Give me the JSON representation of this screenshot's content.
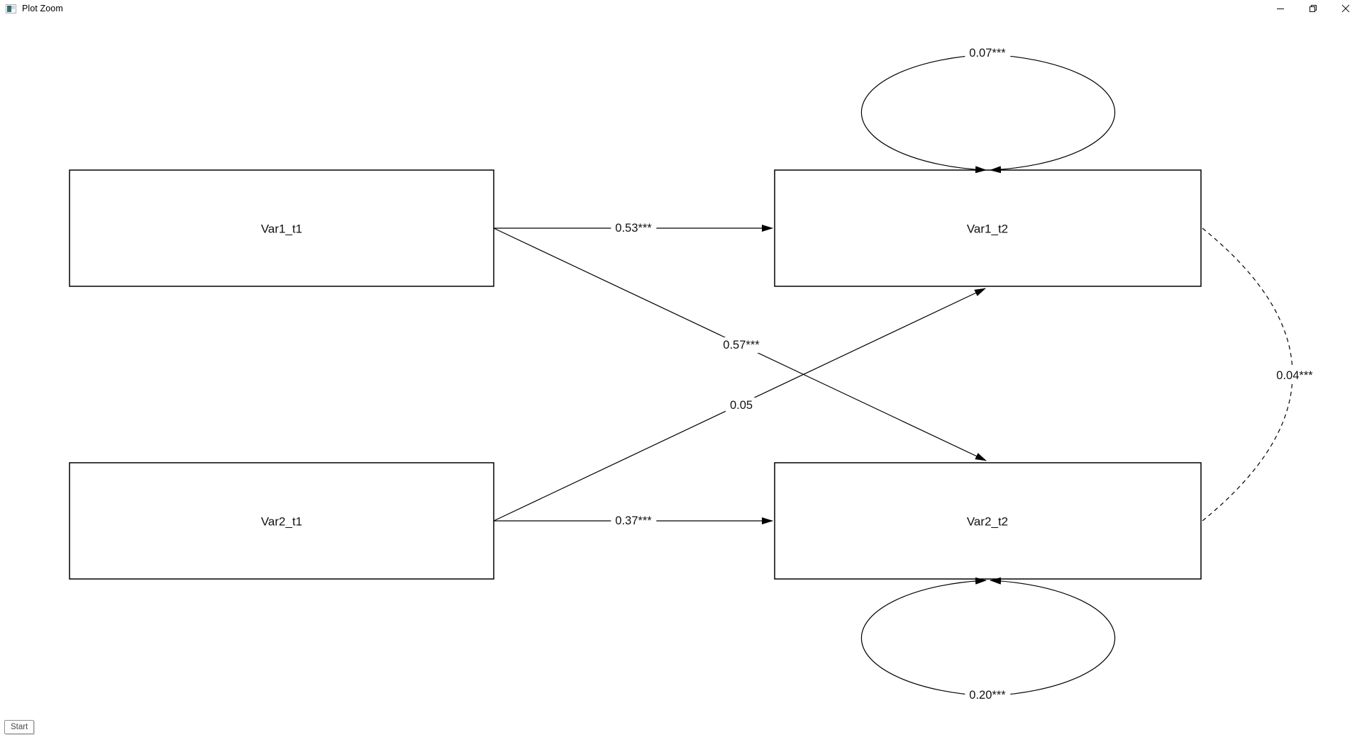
{
  "window": {
    "title": "Plot Zoom",
    "controls": [
      {
        "icon": "minimize-icon"
      },
      {
        "icon": "restore-icon"
      },
      {
        "icon": "close-icon"
      }
    ]
  },
  "taskbar": {
    "start_label": "Start"
  },
  "diagram": {
    "type": "sem-cross-lagged-path-diagram",
    "background": "#ffffff",
    "line_color": "#000000",
    "text_color": "#111111",
    "nodes": [
      {
        "id": "Var1_t1",
        "label": "Var1_t1"
      },
      {
        "id": "Var2_t1",
        "label": "Var2_t1"
      },
      {
        "id": "Var1_t2",
        "label": "Var1_t2"
      },
      {
        "id": "Var2_t2",
        "label": "Var2_t2"
      }
    ],
    "edges": [
      {
        "from": "Var1_t1",
        "to": "Var1_t2",
        "label": "0.53***",
        "type": "directed"
      },
      {
        "from": "Var2_t1",
        "to": "Var2_t2",
        "label": "0.37***",
        "type": "directed"
      },
      {
        "from": "Var1_t1",
        "to": "Var2_t2",
        "label": "0.57***",
        "type": "directed"
      },
      {
        "from": "Var2_t1",
        "to": "Var1_t2",
        "label": "0.05",
        "type": "directed"
      },
      {
        "from": "Var1_t2",
        "to": "Var1_t2",
        "label": "0.07***",
        "type": "variance-loop"
      },
      {
        "from": "Var2_t2",
        "to": "Var2_t2",
        "label": "0.20***",
        "type": "variance-loop"
      },
      {
        "from": "Var1_t2",
        "to": "Var2_t2",
        "label": "0.04***",
        "type": "covariance-dashed"
      }
    ]
  }
}
